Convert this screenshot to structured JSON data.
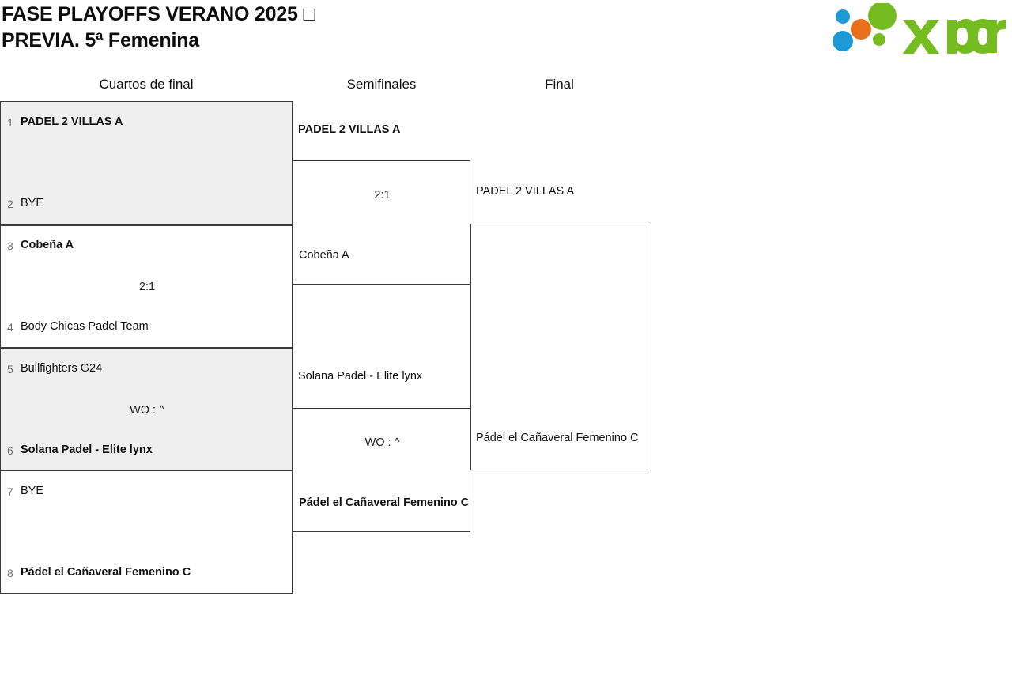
{
  "header": {
    "title": "FASE PLAYOFFS VERANO 2025 □\nPREVIA. 5ª Femenina",
    "logo_text": "xporty",
    "logo_colors": {
      "green": "#74BC1F",
      "blue": "#1C9AD6",
      "orange": "#E8701A"
    }
  },
  "rounds": [
    {
      "label": "Cuartos de final"
    },
    {
      "label": "Semifinales"
    },
    {
      "label": "Final"
    }
  ],
  "colors": {
    "row_gray": "#efefef",
    "row_white": "#ffffff",
    "border": "#3a3a3a",
    "seed_text": "#6e6e6e",
    "team_text": "#111111"
  },
  "quarterfinals": [
    {
      "shade": "gray",
      "score": "",
      "top": {
        "seed": "1",
        "team": "PADEL 2 VILLAS A",
        "winner": true
      },
      "bottom": {
        "seed": "2",
        "team": "BYE",
        "winner": false
      }
    },
    {
      "shade": "white",
      "score": "2:1",
      "top": {
        "seed": "3",
        "team": "Cobeña A",
        "winner": true
      },
      "bottom": {
        "seed": "4",
        "team": "Body Chicas Padel Team",
        "winner": false
      }
    },
    {
      "shade": "gray",
      "score": "WO : ^",
      "top": {
        "seed": "5",
        "team": "Bullfighters G24",
        "winner": false
      },
      "bottom": {
        "seed": "6",
        "team": "Solana Padel - Elite lynx",
        "winner": true
      }
    },
    {
      "shade": "white",
      "score": "",
      "top": {
        "seed": "7",
        "team": "BYE",
        "winner": false
      },
      "bottom": {
        "seed": "8",
        "team": "Pádel el Cañaveral Femenino C",
        "winner": true
      }
    }
  ],
  "semifinals": [
    {
      "score": "2:1",
      "top": {
        "team": "PADEL 2 VILLAS A",
        "winner": true
      },
      "bottom": {
        "team": "Cobeña A",
        "winner": false
      }
    },
    {
      "score": "WO : ^",
      "top": {
        "team": "Solana Padel - Elite lynx",
        "winner": false
      },
      "bottom": {
        "team": "Pádel el Cañaveral Femenino C",
        "winner": true
      }
    }
  ],
  "final": {
    "score": "",
    "top": {
      "team": "PADEL 2 VILLAS A",
      "winner": false
    },
    "bottom": {
      "team": "Pádel el Cañaveral Femenino C",
      "winner": false
    }
  }
}
